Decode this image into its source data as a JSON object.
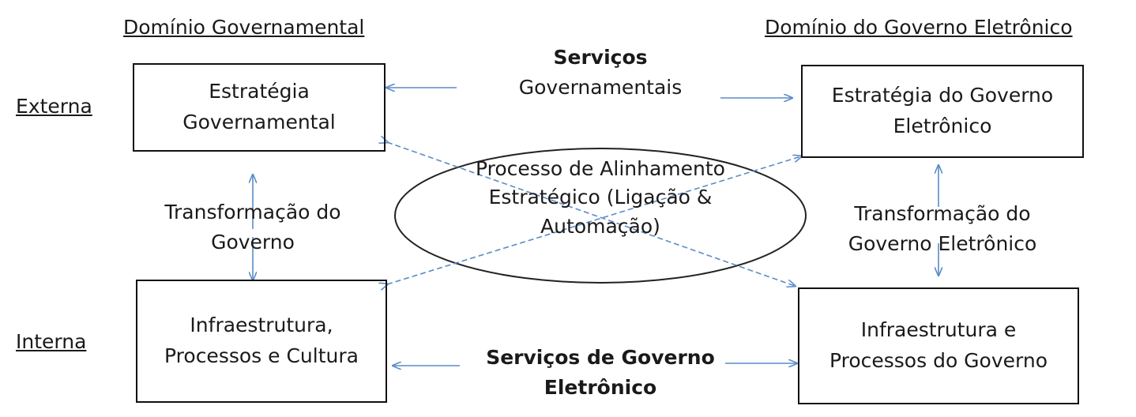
{
  "headers": {
    "left": "Domínio Governamental",
    "right": "Domínio do Governo Eletrônico"
  },
  "rows": {
    "top": "Externa",
    "bottom": "Interna"
  },
  "boxes": {
    "top_left": [
      "Estratégia",
      "Governamental"
    ],
    "top_right": [
      "Estratégia do Governo",
      "Eletrônico"
    ],
    "bottom_left": [
      "Infraestrutura,",
      "Processos e Cultura"
    ],
    "bottom_right": [
      "Infraestrutura e",
      "Processos do Governo"
    ]
  },
  "labels": {
    "top_services": [
      "Serviços",
      "Governamentais"
    ],
    "bottom_services": [
      "Serviços de Governo",
      "Eletrônico"
    ],
    "left_transform": [
      "Transformação do",
      "Governo"
    ],
    "right_transform": [
      "Transformação do",
      "Governo Eletrônico"
    ],
    "center": [
      "Processo de Alinhamento",
      "Estratégico (Ligação &",
      "Automação)"
    ]
  },
  "colors": {
    "arrow": "#5b8cc8",
    "border": "#111111"
  }
}
